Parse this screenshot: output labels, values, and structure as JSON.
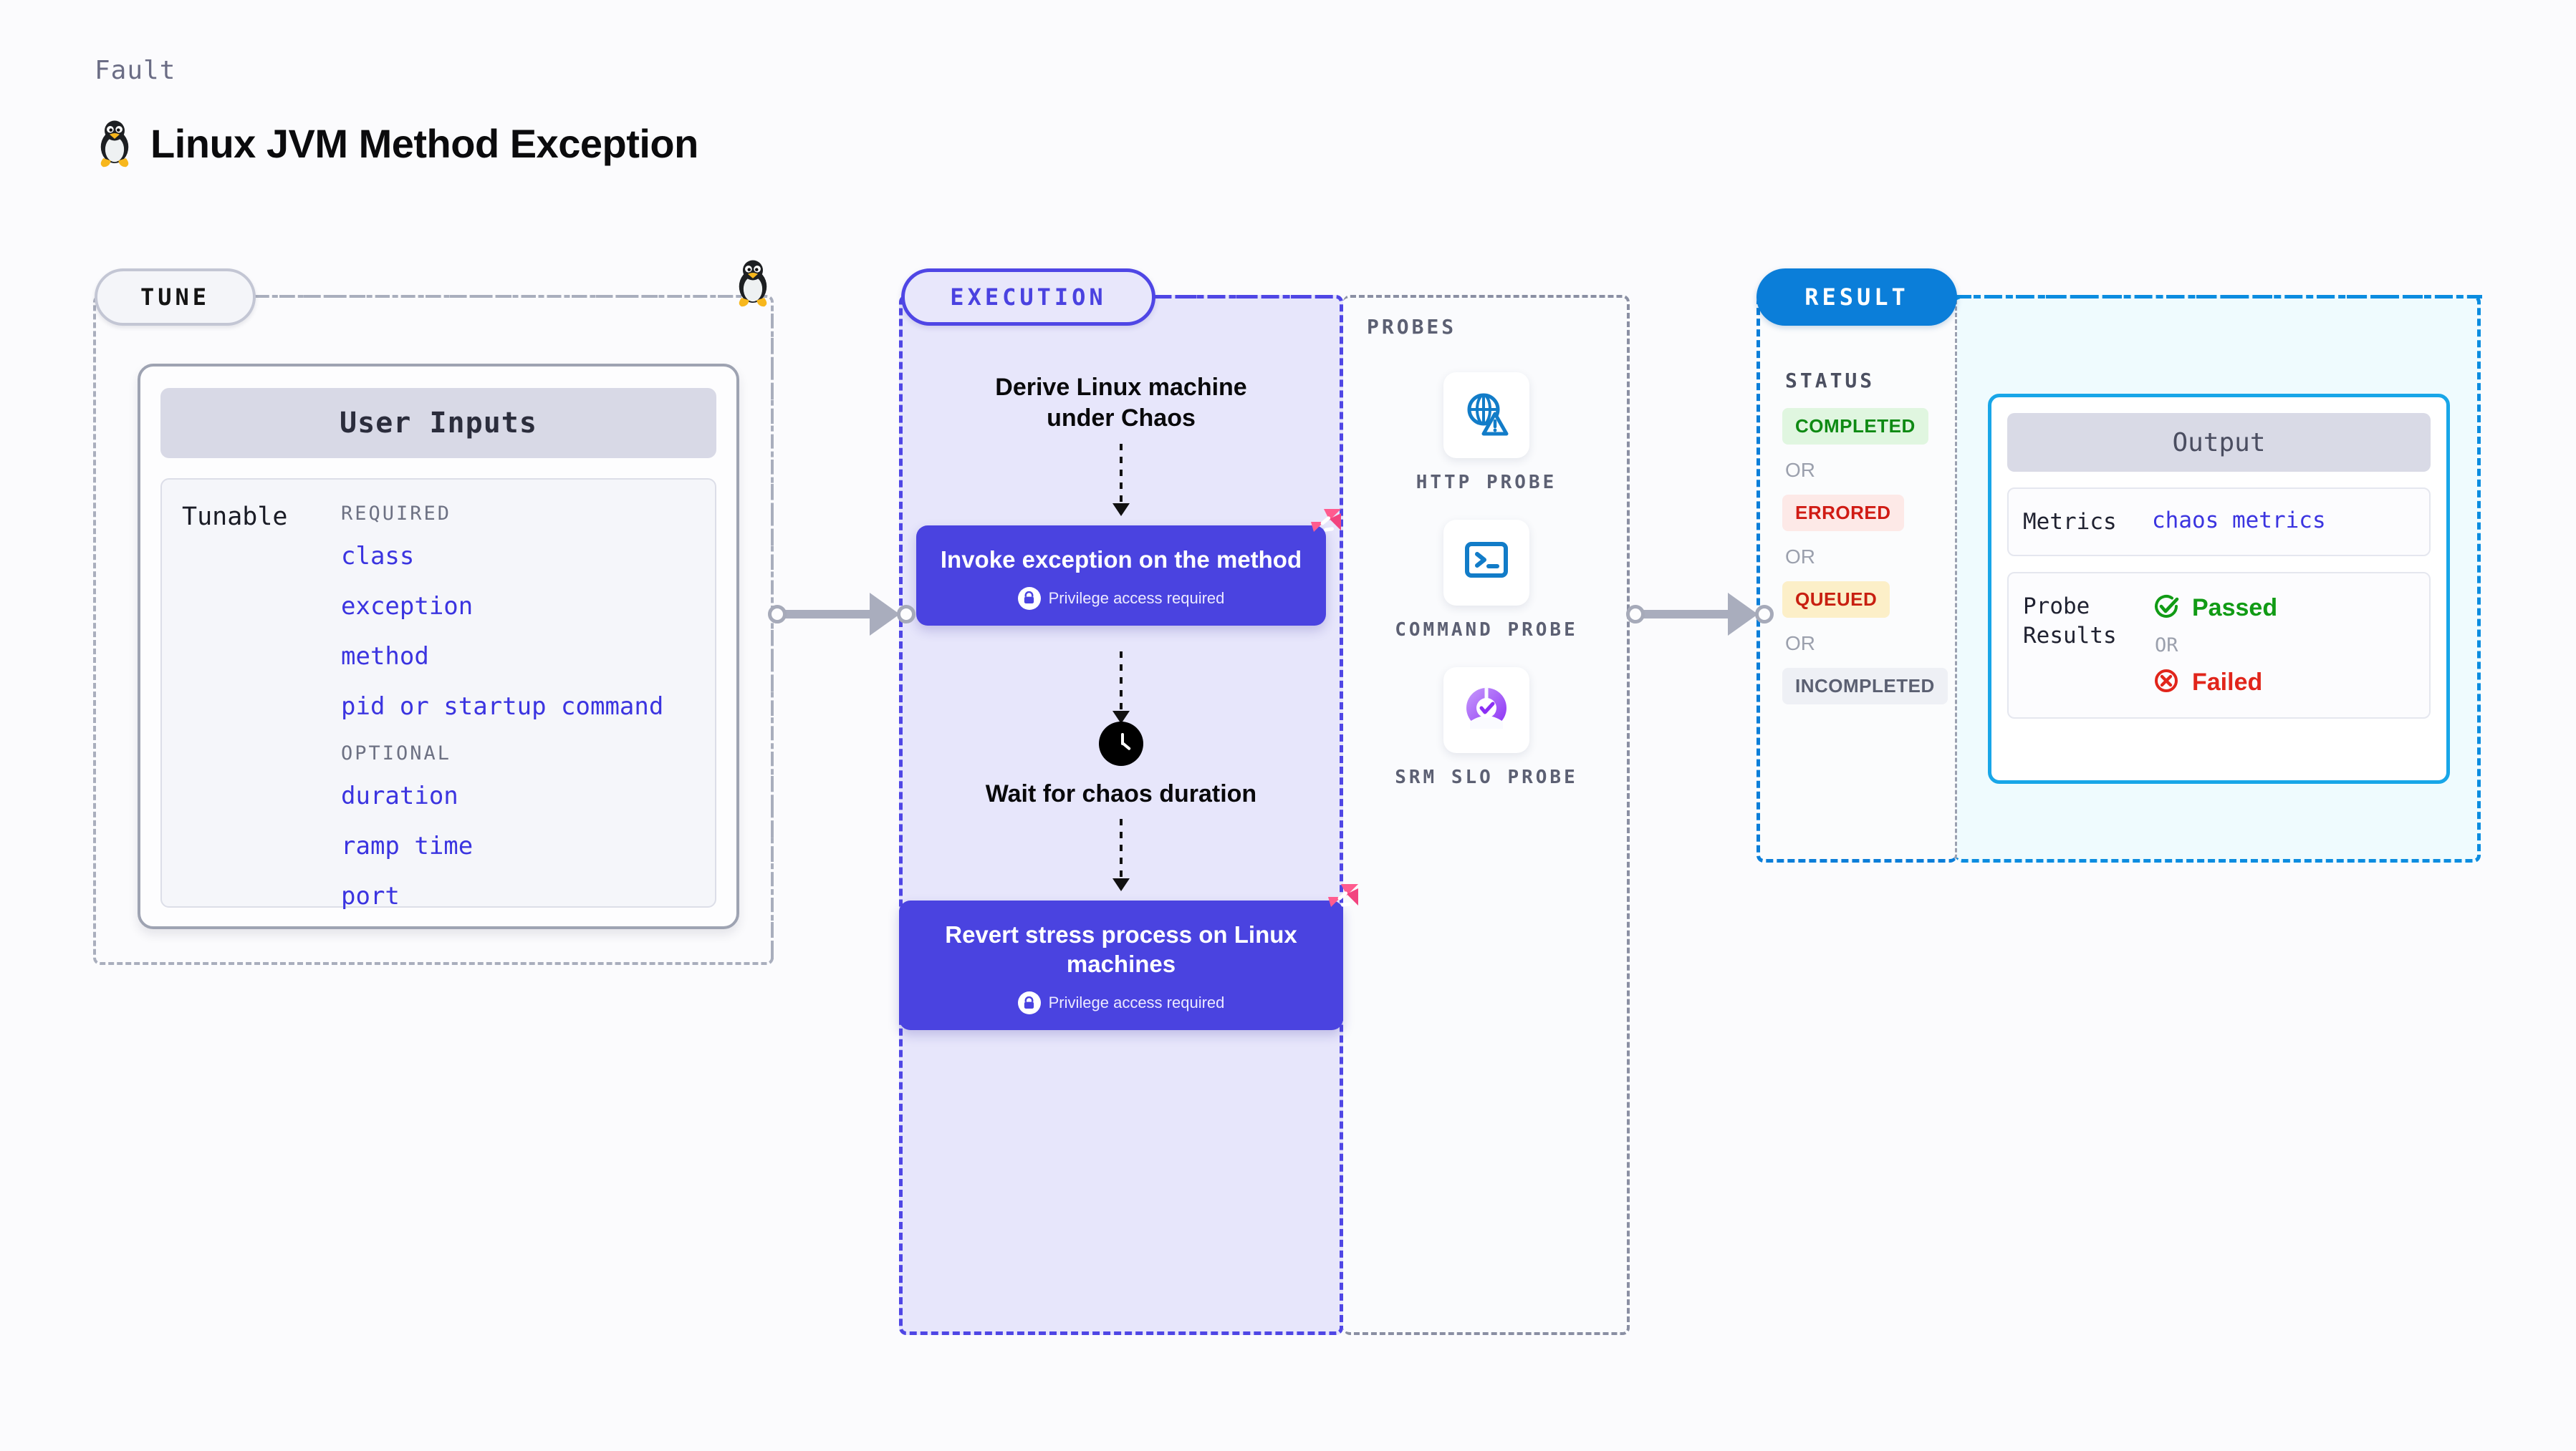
{
  "header": {
    "eyebrow": "Fault",
    "title": "Linux JVM Method Exception",
    "os_icon": "linux-tux-icon"
  },
  "tune": {
    "pill_label": "TUNE",
    "card_title": "User Inputs",
    "tunable_label": "Tunable",
    "required_heading": "REQUIRED",
    "required_items": [
      "class",
      "exception",
      "method",
      "pid or startup command"
    ],
    "optional_heading": "OPTIONAL",
    "optional_items": [
      "duration",
      "ramp time",
      "port"
    ]
  },
  "execution": {
    "pill_label": "EXECUTION",
    "steps": [
      {
        "type": "text",
        "label": "Derive Linux machine under Chaos"
      },
      {
        "type": "card",
        "label": "Invoke exception on the method",
        "privilege_note": "Privilege access required",
        "icon": "lock-icon",
        "badge": "harness-logo-icon"
      },
      {
        "type": "wait",
        "icon": "clock-icon",
        "label": "Wait for chaos duration"
      },
      {
        "type": "card",
        "label": "Revert stress process on Linux machines",
        "privilege_note": "Privilege access required",
        "icon": "lock-icon",
        "badge": "harness-logo-icon"
      }
    ]
  },
  "probes": {
    "heading": "PROBES",
    "items": [
      {
        "label": "HTTP PROBE",
        "icon": "globe-warning-icon"
      },
      {
        "label": "COMMAND PROBE",
        "icon": "terminal-icon"
      },
      {
        "label": "SRM SLO PROBE",
        "icon": "slo-check-icon"
      }
    ]
  },
  "result": {
    "pill_label": "RESULT",
    "status_heading": "STATUS",
    "or_label": "OR",
    "statuses": [
      {
        "label": "COMPLETED",
        "bg": "#e0f6e0",
        "fg": "#0e8a13"
      },
      {
        "label": "ERRORED",
        "bg": "#fde9e7",
        "fg": "#d01b14"
      },
      {
        "label": "QUEUED",
        "bg": "#fcefc8",
        "fg": "#c81f10"
      },
      {
        "label": "INCOMPLETED",
        "bg": "#eef0f5",
        "fg": "#5b6072"
      }
    ]
  },
  "output": {
    "title": "Output",
    "metrics_key": "Metrics",
    "metrics_value": "chaos metrics",
    "probe_results_key": "Probe Results",
    "passed_label": "Passed",
    "failed_label": "Failed",
    "or_label": "OR"
  },
  "colors": {
    "accent_purple": "#4a43e0",
    "accent_blue": "#0b7ed9",
    "harness_pink": "#ff5b8f",
    "tune_border": "#a9aebd",
    "exec_bg": "#e7e6fb",
    "output_bg": "#effbfe"
  }
}
